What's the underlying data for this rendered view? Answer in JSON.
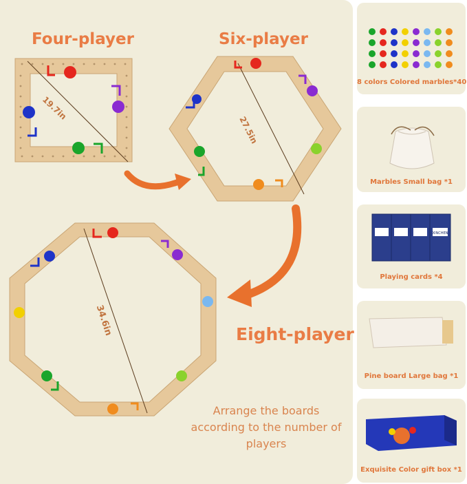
{
  "titles": {
    "four": "Four-player",
    "six": "Six-player",
    "eight": "Eight-player"
  },
  "dimensions": {
    "four": "19.7in",
    "six": "27.5in",
    "eight": "34.6in"
  },
  "note": "Arrange the boards according to the number of players",
  "items": [
    {
      "caption": "8 colors Colored marbles*40"
    },
    {
      "caption": "Marbles Small bag *1"
    },
    {
      "caption": "Playing cards *4"
    },
    {
      "caption": "Pine board Large bag *1"
    },
    {
      "caption": "Exquisite Color gift box *1"
    }
  ],
  "card_brand": "XINCHEN",
  "colors": {
    "panel": "#f1eddb",
    "title": "#e97c45",
    "wood": "#e9c99a",
    "arrow": "#e8712d",
    "marbles": [
      "#1e33c8",
      "#f2d000",
      "#1aa52b",
      "#e5271e",
      "#8a2bd1",
      "#7ab8f0",
      "#8ad22c",
      "#f08c1e"
    ]
  }
}
